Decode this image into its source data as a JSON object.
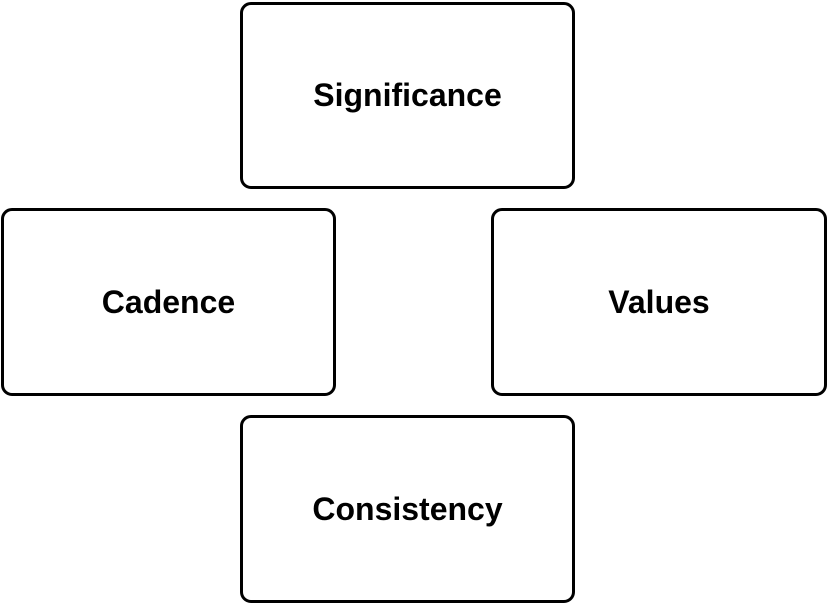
{
  "diagram": {
    "nodes": [
      {
        "id": "top",
        "label": "Significance"
      },
      {
        "id": "left",
        "label": "Cadence"
      },
      {
        "id": "right",
        "label": "Values"
      },
      {
        "id": "bottom",
        "label": "Consistency"
      }
    ]
  }
}
